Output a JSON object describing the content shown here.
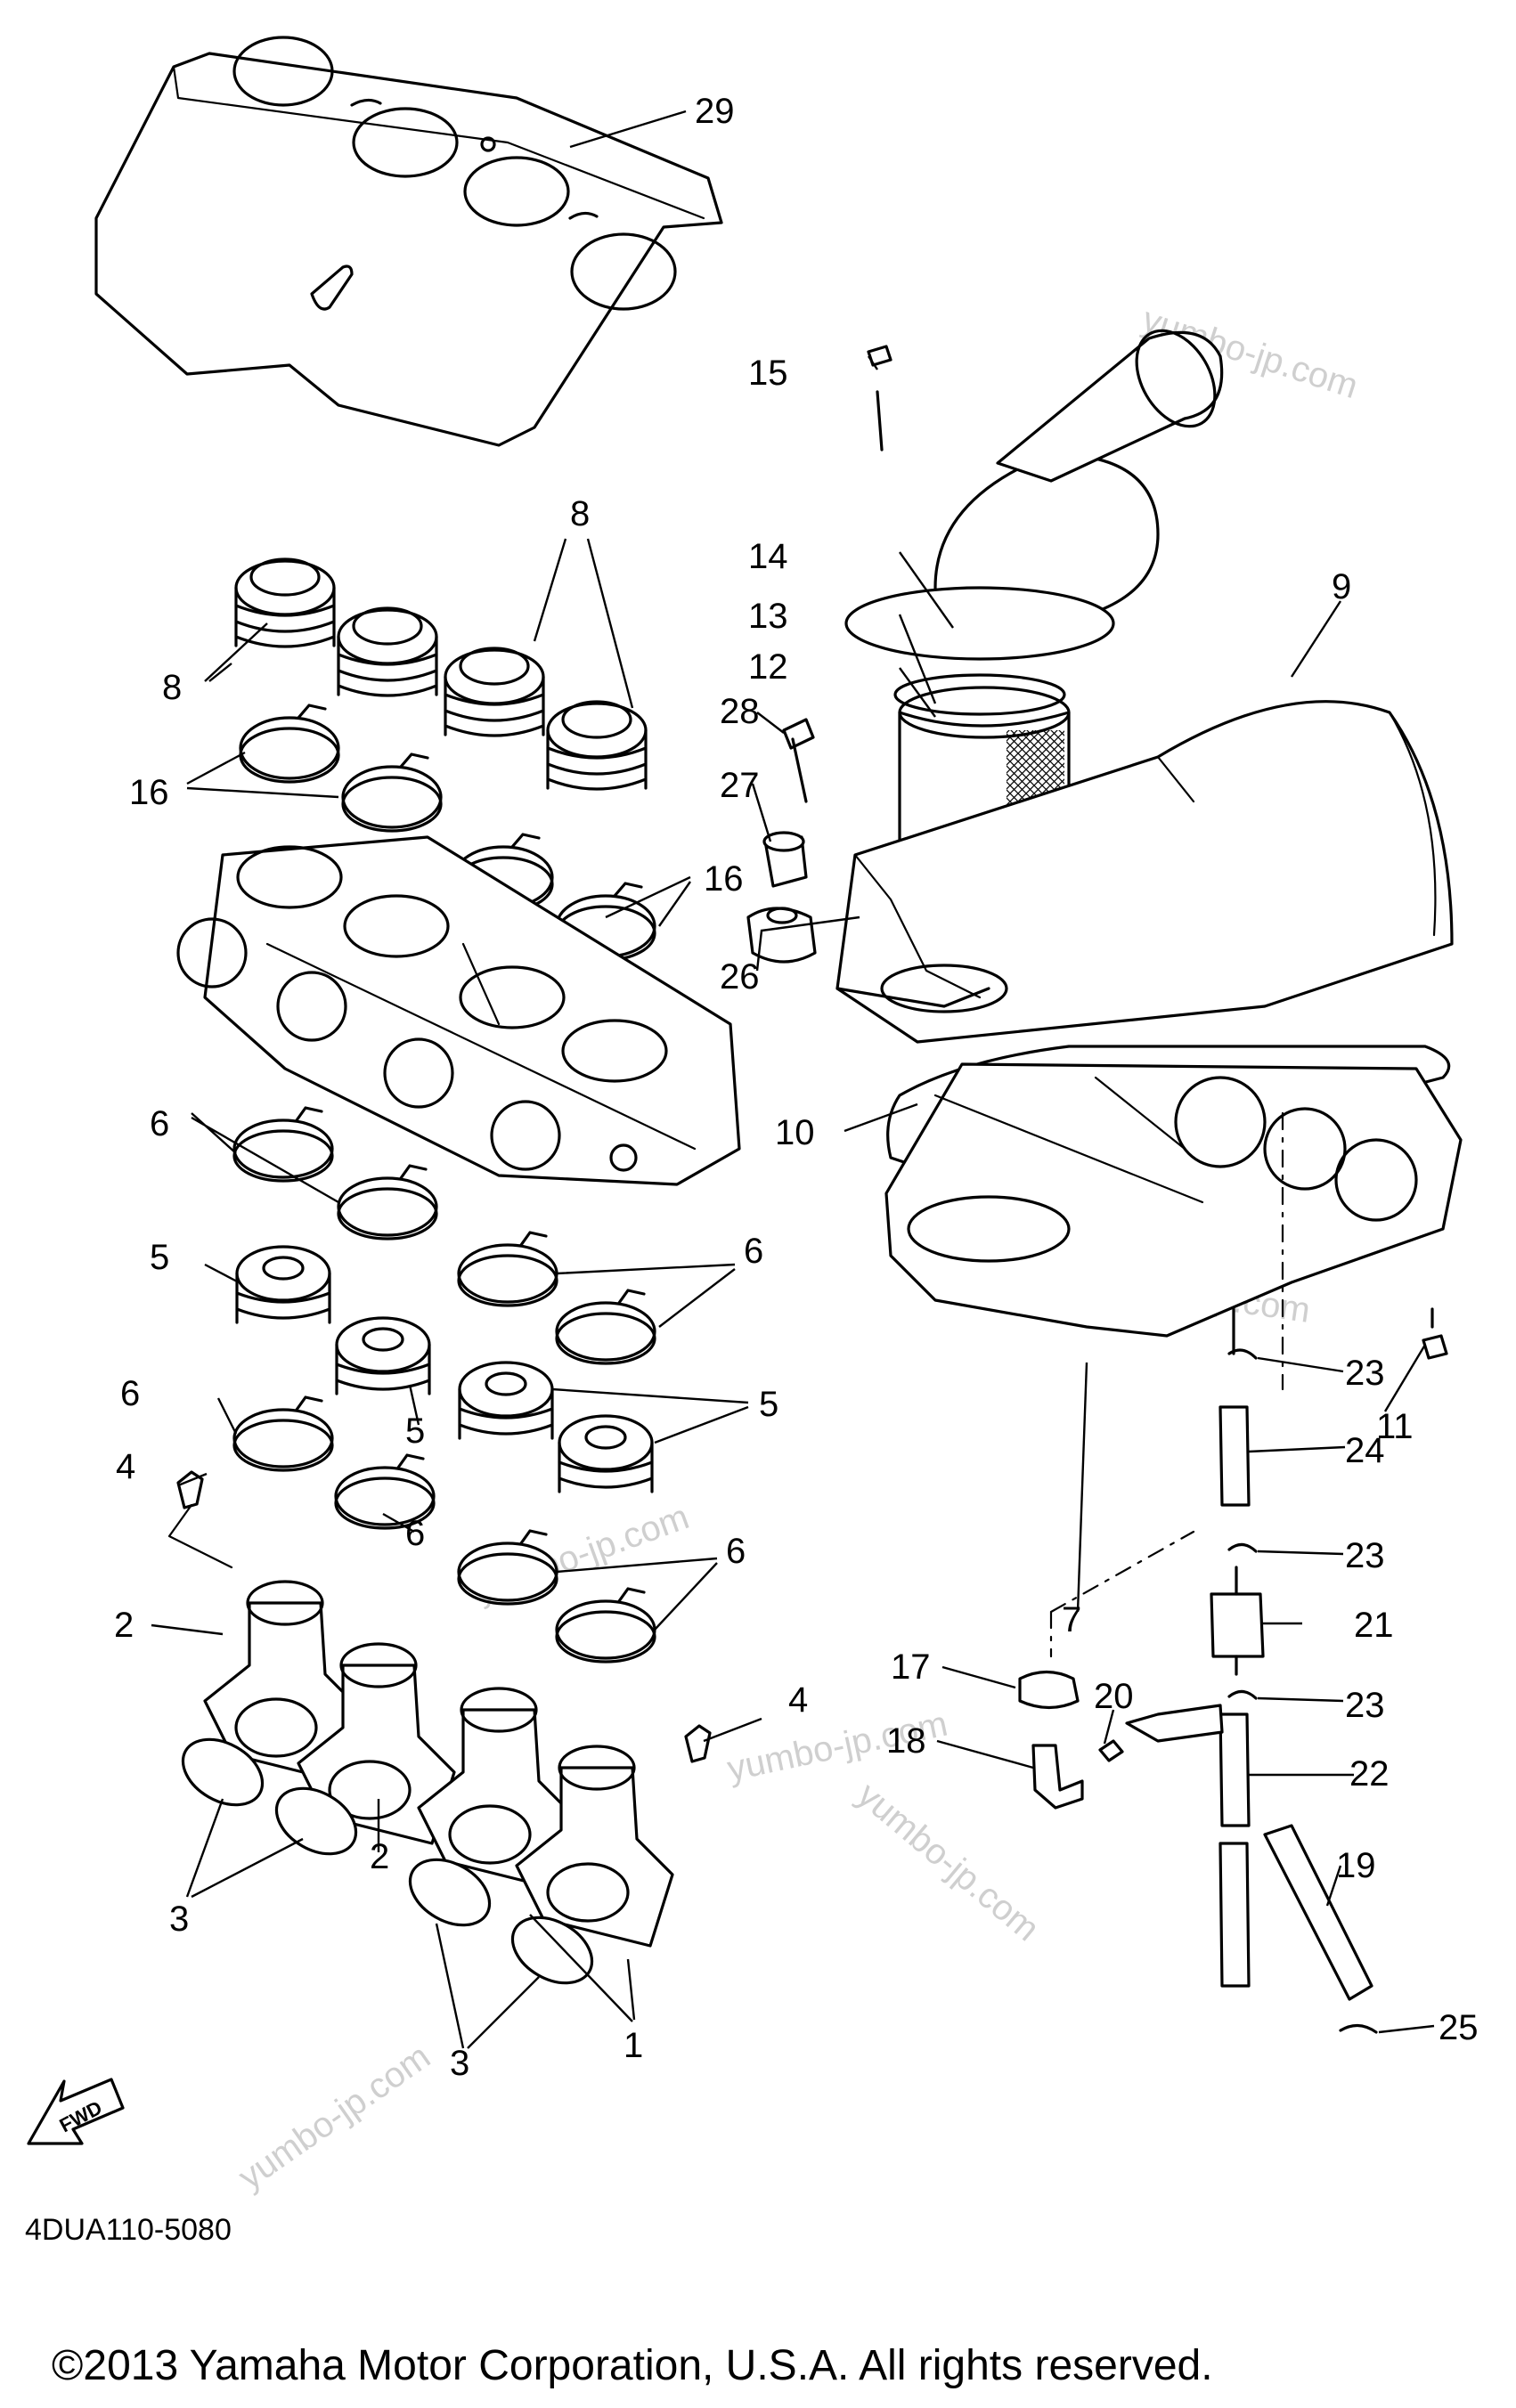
{
  "callouts": [
    "1",
    "2",
    "2",
    "3",
    "3",
    "4",
    "4",
    "5",
    "5",
    "5",
    "6",
    "6",
    "6",
    "6",
    "6",
    "7",
    "8",
    "8",
    "9",
    "10",
    "11",
    "12",
    "13",
    "14",
    "15",
    "16",
    "16",
    "17",
    "18",
    "19",
    "20",
    "21",
    "22",
    "23",
    "23",
    "23",
    "24",
    "25",
    "26",
    "27",
    "28",
    "29"
  ],
  "fwd_label": "FWD",
  "diagram_code": "4DUA110-5080",
  "copyright": "©2013 Yamaha Motor Corporation, U.S.A. All rights reserved.",
  "watermark": "yumbo-jp.com"
}
